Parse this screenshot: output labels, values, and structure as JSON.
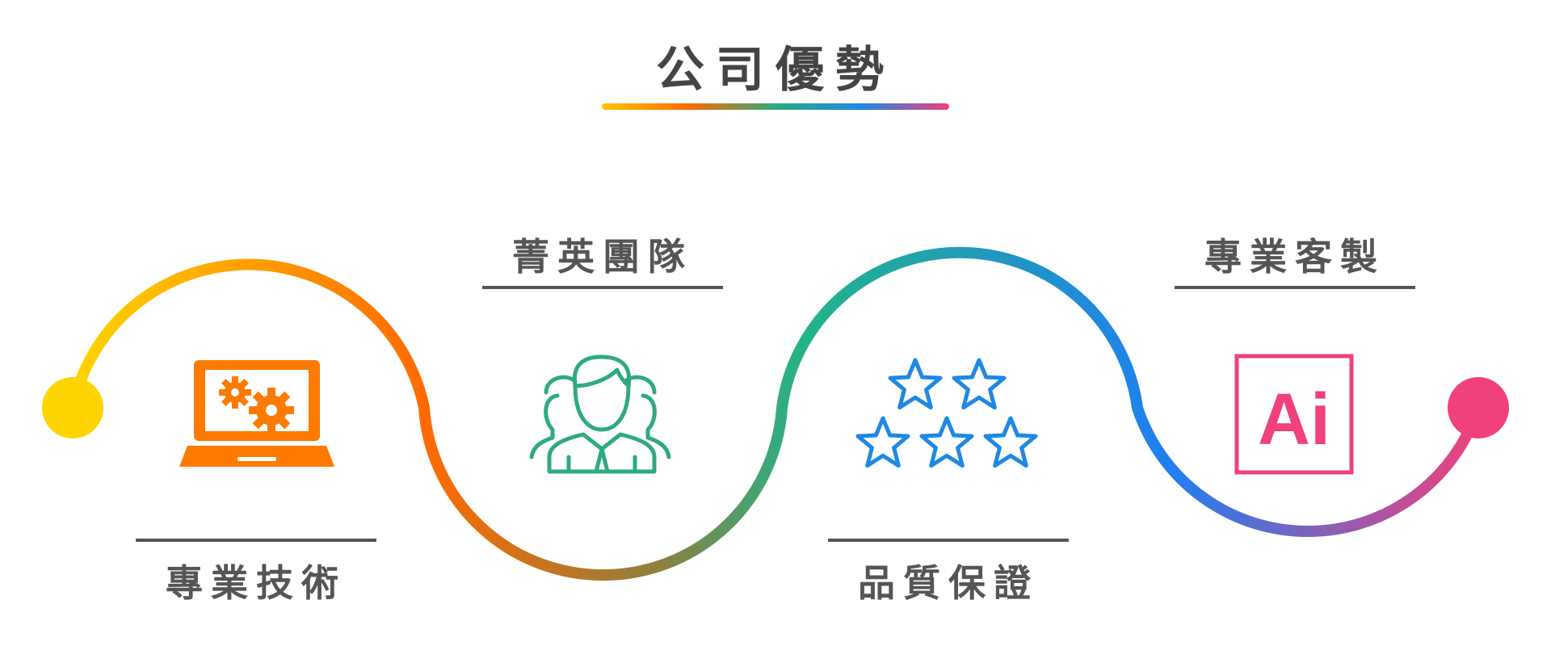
{
  "title": "公司優勢",
  "colors": {
    "yellow": "#FFD400",
    "orange": "#FF7A00",
    "green": "#2EAA7E",
    "blue": "#1E88E5",
    "pink": "#F0407E",
    "text": "#555555",
    "rule": "#555555"
  },
  "items": [
    {
      "label": "專業技術",
      "icon": "laptop-gears-icon"
    },
    {
      "label": "菁英團隊",
      "icon": "team-icon"
    },
    {
      "label": "品質保證",
      "icon": "stars-icon"
    },
    {
      "label": "專業客製",
      "icon": "ai-icon",
      "icon_text": "Ai"
    }
  ]
}
